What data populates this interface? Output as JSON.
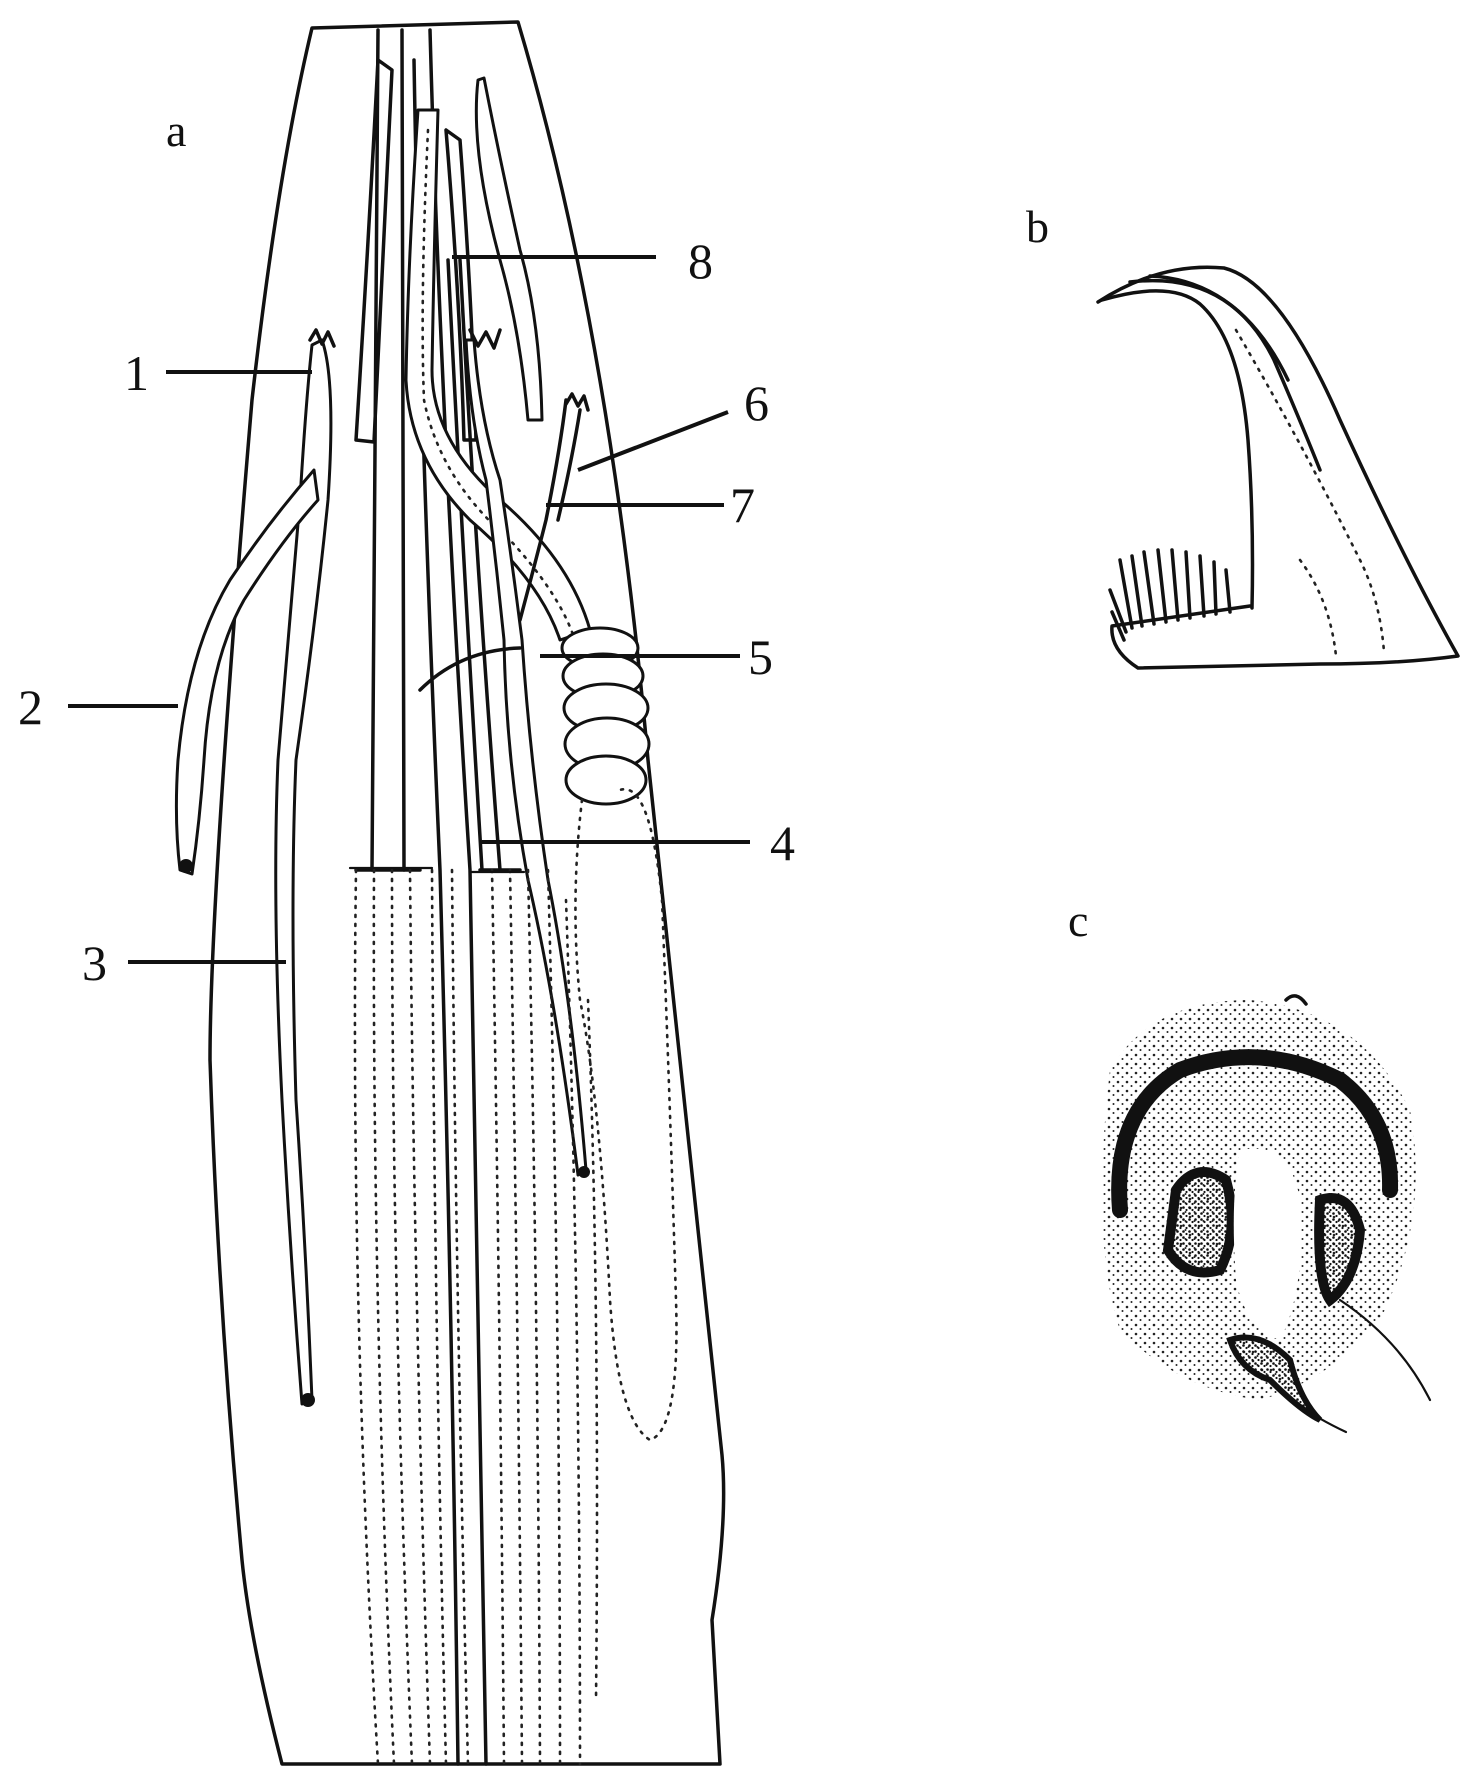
{
  "panels": {
    "a": "a",
    "b": "b",
    "c": "c"
  },
  "callouts": {
    "1": "1",
    "2": "2",
    "3": "3",
    "4": "4",
    "5": "5",
    "6": "6",
    "7": "7",
    "8": "8"
  },
  "colors": {
    "ink": "#111111",
    "paper": "#ffffff"
  }
}
